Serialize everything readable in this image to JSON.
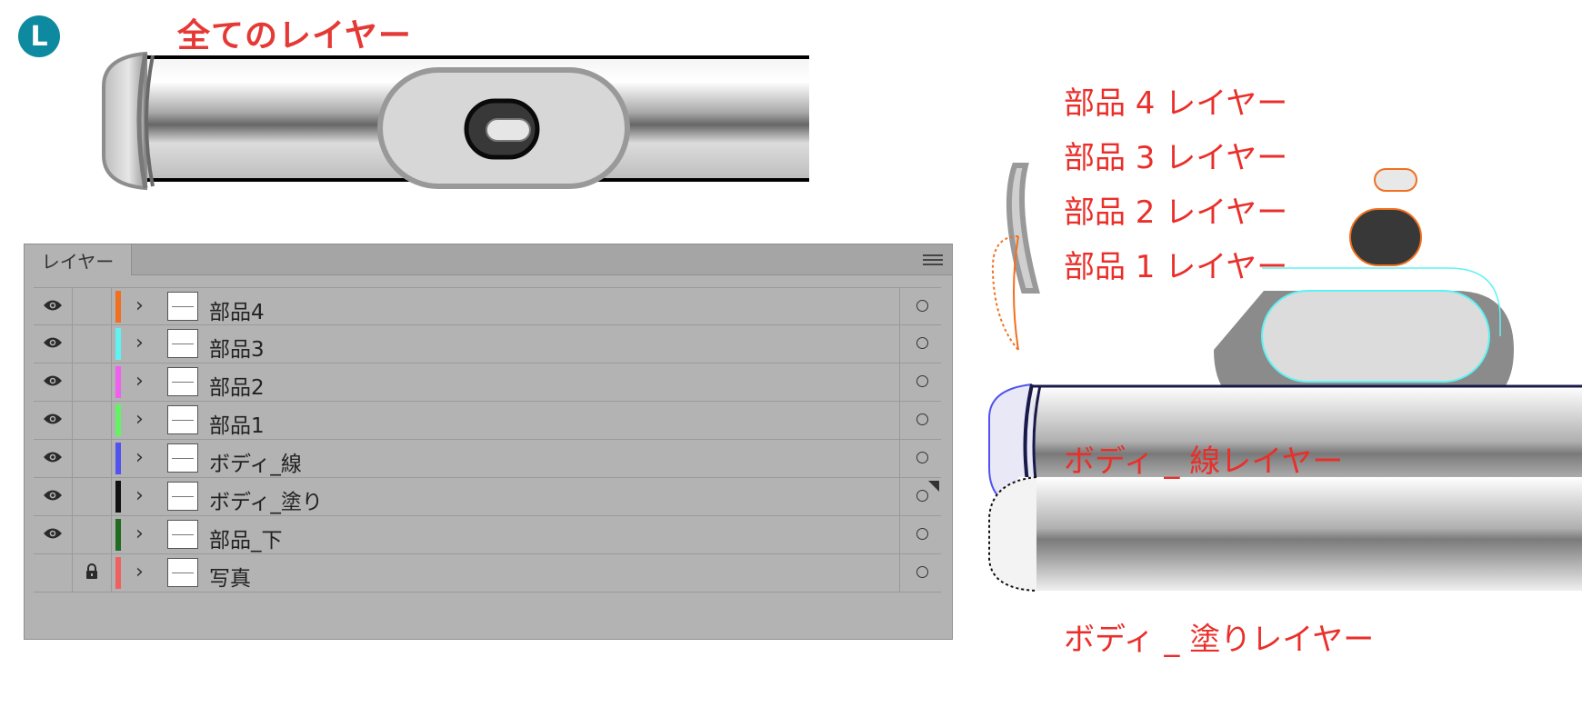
{
  "badge": "L",
  "title": "全てのレイヤー",
  "labels": {
    "part4": "部品 4 レイヤー",
    "part3": "部品 3 レイヤー",
    "part2": "部品 2 レイヤー",
    "part1": "部品 1 レイヤー",
    "body_line": "ボディ _ 線レイヤー",
    "body_fill": "ボディ _ 塗りレイヤー"
  },
  "panel": {
    "tab": "レイヤー",
    "layers": [
      {
        "name": "部品4",
        "color": "#f07020",
        "visible": true,
        "locked": false
      },
      {
        "name": "部品3",
        "color": "#5ff2f2",
        "visible": true,
        "locked": false
      },
      {
        "name": "部品2",
        "color": "#f060f0",
        "visible": true,
        "locked": false
      },
      {
        "name": "部品1",
        "color": "#63f263",
        "visible": true,
        "locked": false
      },
      {
        "name": "ボディ_線",
        "color": "#5252f0",
        "visible": true,
        "locked": false
      },
      {
        "name": "ボディ_塗り",
        "color": "#111111",
        "visible": true,
        "locked": false
      },
      {
        "name": "部品_下",
        "color": "#1f6b1f",
        "visible": true,
        "locked": false
      },
      {
        "name": "写真",
        "color": "#f06060",
        "visible": false,
        "locked": true
      }
    ]
  },
  "icons": {
    "eye": "eye-icon",
    "lock": "lock-icon",
    "chevron": "chevron-right-icon",
    "menu": "menu-icon",
    "target": "target-circle-icon"
  }
}
